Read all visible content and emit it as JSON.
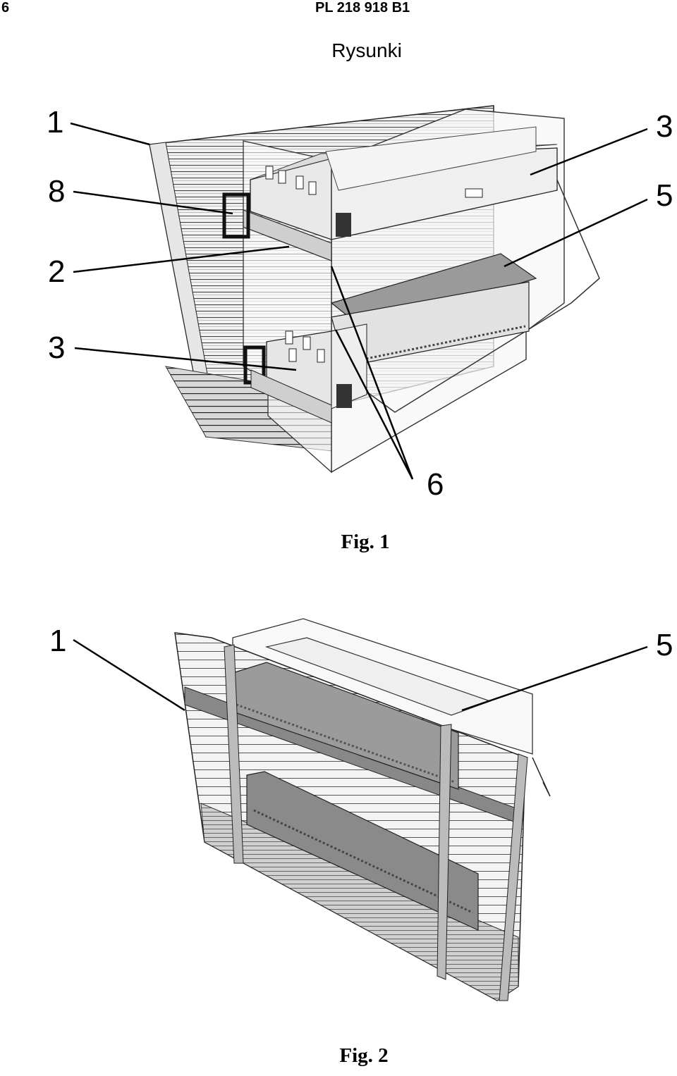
{
  "header": {
    "page_number": "6",
    "publication_number": "PL 218 918 B1"
  },
  "section_title": "Rysunki",
  "figures": [
    {
      "caption": "Fig. 1",
      "callouts": [
        "1",
        "8",
        "2",
        "3",
        "3",
        "5",
        "6"
      ]
    },
    {
      "caption": "Fig. 2",
      "callouts": [
        "1",
        "5"
      ]
    }
  ]
}
